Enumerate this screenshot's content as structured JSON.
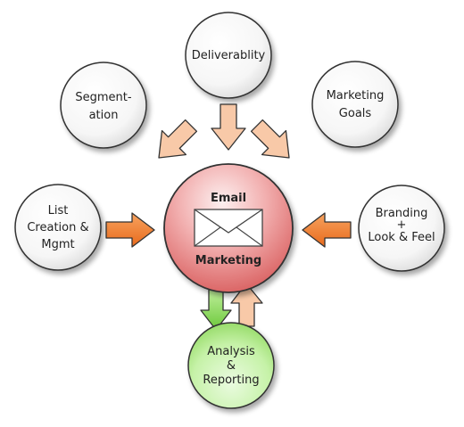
{
  "diagram": {
    "center": {
      "line1": "Email",
      "line2": "Marketing",
      "icon": "envelope-icon",
      "fill": "#e87575"
    },
    "nodes": {
      "deliverability": {
        "lines": [
          "Deliverablity"
        ]
      },
      "segmentation": {
        "lines": [
          "Segment-",
          "ation"
        ]
      },
      "marketing_goals": {
        "lines": [
          "Marketing",
          "Goals"
        ]
      },
      "list_creation": {
        "lines": [
          "List",
          "Creation &",
          "Mgmt"
        ]
      },
      "branding": {
        "lines": [
          "Branding",
          "+",
          "Look & Feel"
        ]
      },
      "analysis": {
        "lines": [
          "Analysis",
          "&",
          "Reporting"
        ]
      }
    },
    "colors": {
      "arrow_light": "#f8c9a8",
      "arrow_orange": "#f0782a",
      "arrow_green": "#8fdc56",
      "node_green": "#b6ec95"
    }
  }
}
